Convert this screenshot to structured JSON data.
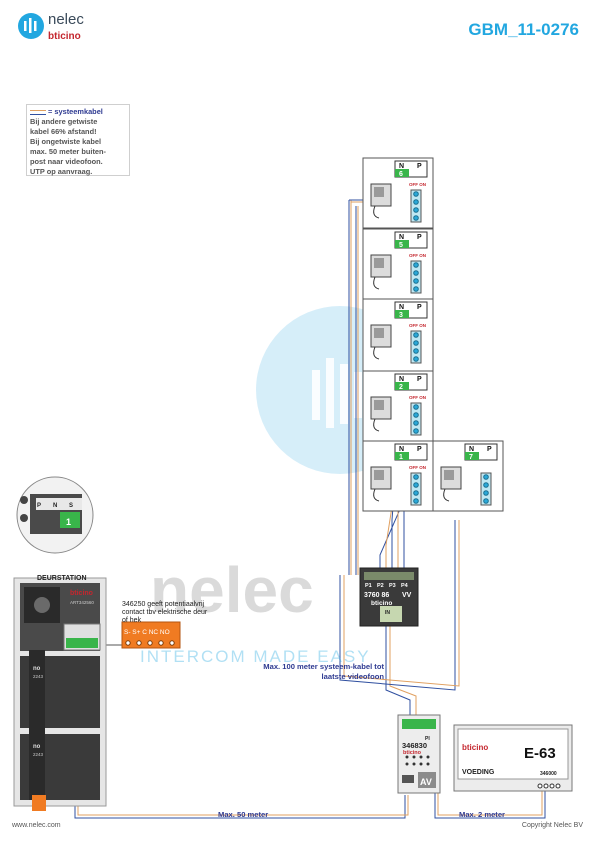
{
  "header": {
    "brand": "nelec",
    "sub_brand": "bticino",
    "tagline": "INTERCOM MADE EASY",
    "code": "GBM_11-0276"
  },
  "legend": {
    "title": "= systeemkabel",
    "lines": [
      "Bij andere getwiste",
      "kabel 66% afstand!",
      "Bij ongetwiste kabel",
      "max. 50 meter buiten-",
      "post naar videofoon.",
      "UTP op aanvraag."
    ]
  },
  "door_station": {
    "title": "DEURSTATION",
    "brand": "bticino",
    "model": "ART342560",
    "module_label": "no",
    "module_code": "2243"
  },
  "relay": {
    "callout": "346250 geeft potentiaalvrij contact tbv elektrische deur of hek",
    "terminals": "S-  S+ C  NC  NO"
  },
  "keypad": {
    "labels": [
      "P",
      "N",
      "S"
    ],
    "value": "1"
  },
  "distributor": {
    "ports": [
      "P1",
      "P2",
      "P3",
      "P4"
    ],
    "code": "3760 86",
    "suffix": "VV",
    "brand": "bticino",
    "in_label": "IN"
  },
  "videophones": [
    {
      "n": "N",
      "p": "P",
      "number": "6",
      "on_off": "OFF ON"
    },
    {
      "n": "N",
      "p": "P",
      "number": "5",
      "on_off": "OFF ON"
    },
    {
      "n": "N",
      "p": "P",
      "number": "3",
      "on_off": "OFF ON"
    },
    {
      "n": "N",
      "p": "P",
      "number": "2",
      "on_off": "OFF ON"
    },
    {
      "n": "N",
      "p": "P",
      "number": "1",
      "on_off": "OFF ON"
    },
    {
      "n": "N",
      "p": "P",
      "number": "7",
      "on_off": ""
    }
  ],
  "power_module": {
    "code": "346830",
    "brand": "bticino",
    "label": "AV",
    "pi": "PI"
  },
  "power_supply": {
    "brand": "bticino",
    "name": "E-63",
    "label": "VOEDING",
    "code": "346000"
  },
  "labels": {
    "max100": "Max. 100 meter systeem-kabel tot laatste videofoon",
    "max50": "Max. 50 meter",
    "max2": "Max. 2 meter"
  },
  "watermark": {
    "word": "nelec",
    "tagline": "INTERCOM MADE EASY"
  },
  "footer": {
    "left": "www.nelec.com",
    "right": "Copyright Nelec BV"
  },
  "colors": {
    "brand_blue": "#22a7e0",
    "label_navy": "#2e3a91",
    "relay_orange": "#f07b22",
    "indicator_green": "#39b54a"
  }
}
